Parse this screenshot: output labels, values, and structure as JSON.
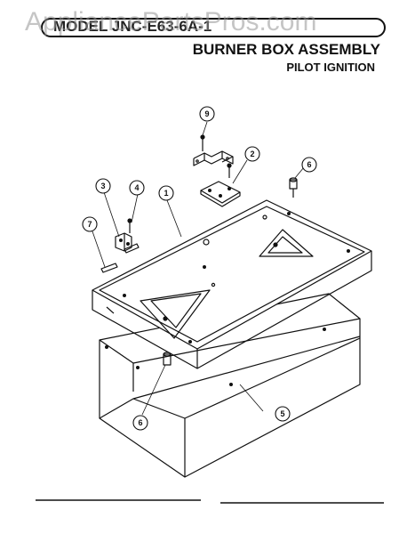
{
  "watermark": "AppliancePartsPros.com",
  "model_line": "MODEL JNC-E63-6A-1",
  "header": {
    "title": "BURNER BOX ASSEMBLY",
    "subtitle": "PILOT IGNITION"
  },
  "callouts": {
    "c1": "1",
    "c2": "2",
    "c3": "3",
    "c4": "4",
    "c5": "5",
    "c6a": "6",
    "c6b": "6",
    "c7": "7",
    "c9": "9"
  }
}
